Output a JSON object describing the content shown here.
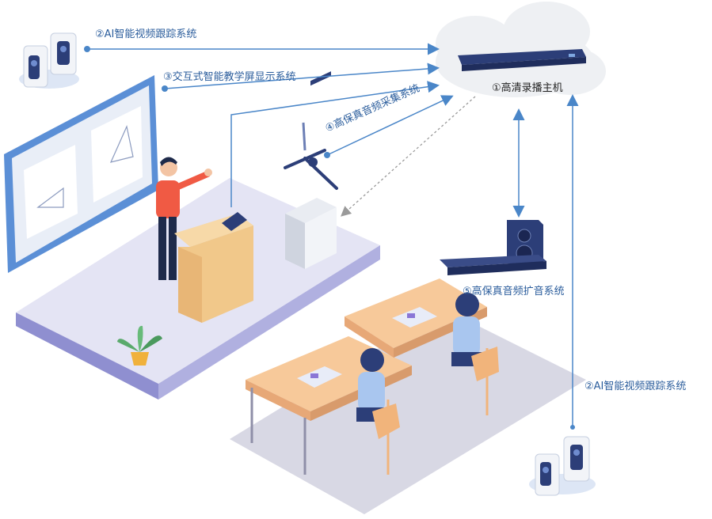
{
  "labels": {
    "host": "①高清录播主机",
    "tracking_top": "②AI智能视频跟踪系统",
    "display": "③交互式智能教学屏显示系统",
    "audio_capture": "④高保真音频采集系统",
    "amplification": "⑤高保真音频扩音系统",
    "tracking_bottom": "②AI智能视频跟踪系统"
  },
  "colors": {
    "arrow": "#4a86c8",
    "label": "#2b5d9c",
    "cloud": "#eef0f3",
    "floor": "#dcdcf0",
    "floor_edge": "#8f8fd0",
    "board": "#5b8fd6"
  },
  "icons": [
    "camera-icon",
    "recording-host-icon",
    "microphone-icon",
    "speaker-icon",
    "amplifier-icon",
    "server-rack-icon",
    "plant-icon"
  ]
}
